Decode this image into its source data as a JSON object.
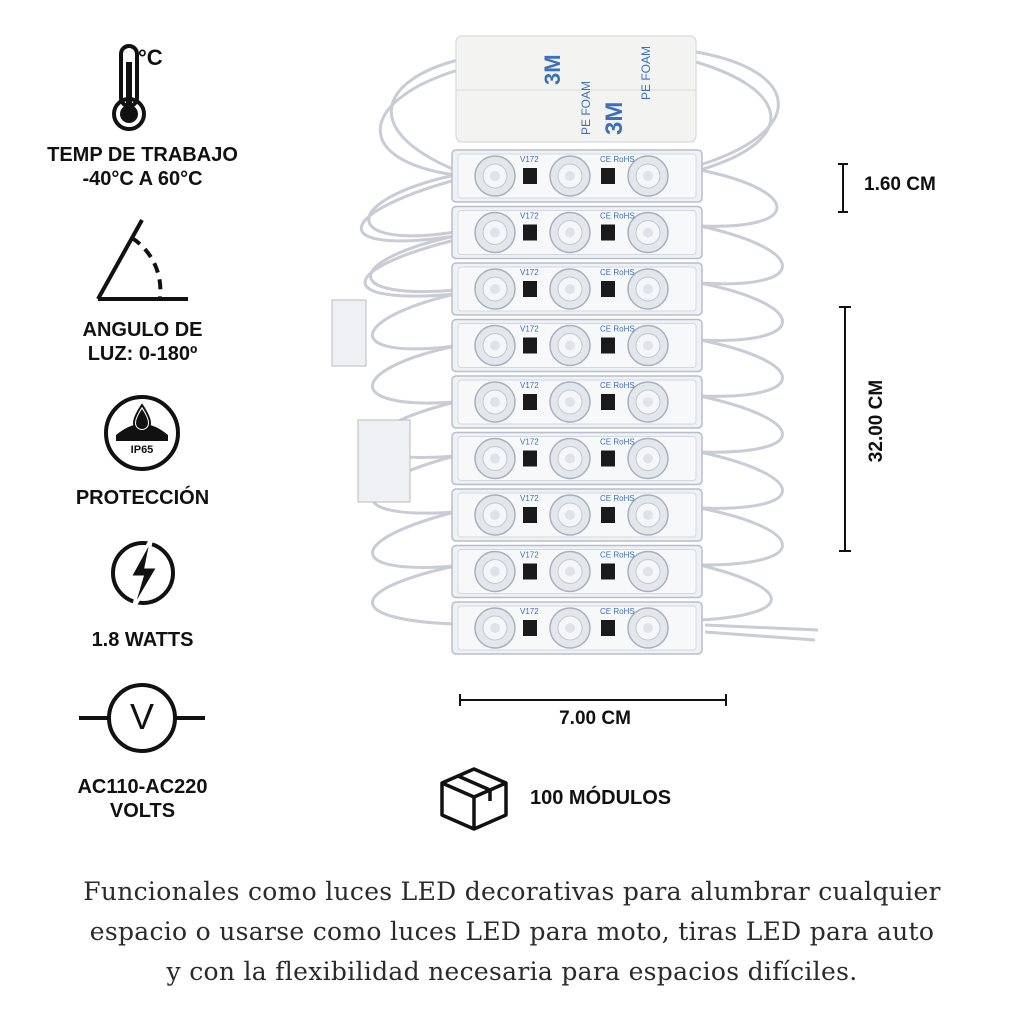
{
  "specs": {
    "temp_unit": "°C",
    "temp_line1": "TEMP DE TRABAJO",
    "temp_line2": "-40°C A 60°C",
    "angle_line1": "ANGULO DE",
    "angle_line2": "LUZ: 0-180º",
    "ip_badge": "IP65",
    "protection": "PROTECCIÓN",
    "watts": "1.8 WATTS",
    "volt_symbol": "V",
    "volts_line1": "AC110-AC220",
    "volts_line2": "VOLTS"
  },
  "product": {
    "tape_brand": "3M",
    "tape_text": "PE FOAM",
    "chip_mark": "V172",
    "cert_mark": "CE RoHS",
    "module_count_shown": 9
  },
  "dimensions": {
    "height": "1.60 CM",
    "length": "32.00 CM",
    "width": "7.00 CM"
  },
  "package": {
    "modules": "100 MÓDULOS"
  },
  "description": {
    "line1": "Funcionales como luces LED decorativas para alumbrar cualquier",
    "line2": "espacio o usarse como luces LED para moto, tiras LED para auto",
    "line3": "y con la flexibilidad necesaria para espacios difíciles."
  },
  "colors": {
    "text": "#111111",
    "module_fill": "#eef1f5",
    "wire": "#c9ccd6",
    "tape_blue": "#3b6fc0"
  }
}
